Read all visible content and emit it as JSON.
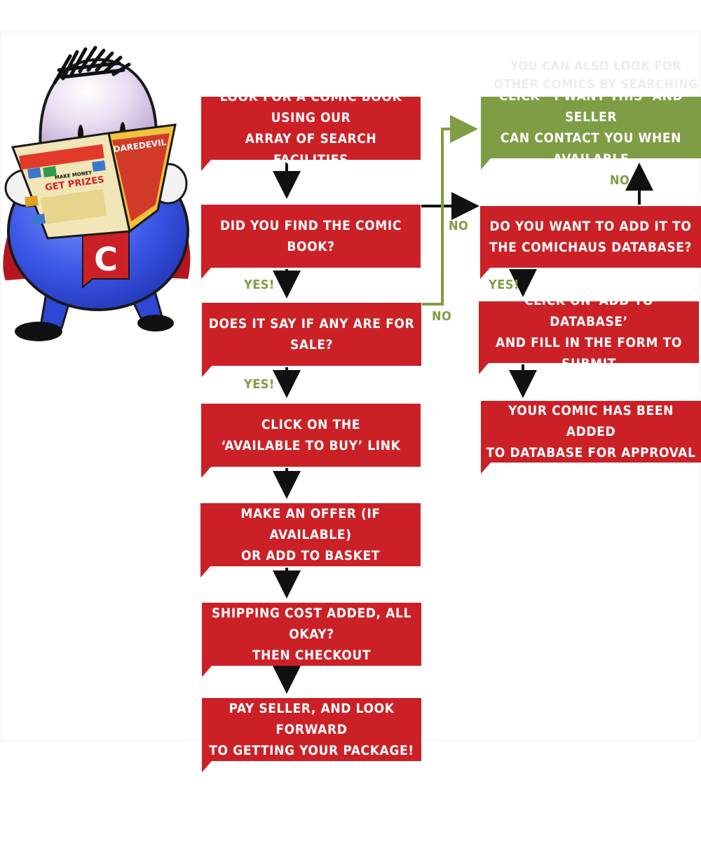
{
  "colors": {
    "primary_box": "#cc2027",
    "alt_box": "#7f9d45",
    "label_green": "#7f9d45",
    "arrow": "#111111"
  },
  "background_text": "YOU CAN ALSO LOOK FOR\nOTHER COMICS BY SEARCHING",
  "steps": {
    "search": "LOOK FOR A COMIC BOOK USING OUR\nARRAY OF SEARCH FACILITIES",
    "found": "DID YOU FIND THE COMIC BOOK?",
    "for_sale": "DOES IT SAY IF ANY ARE FOR SALE?",
    "buy_link": "CLICK ON THE\n‘AVAILABLE TO BUY’ LINK",
    "offer": "MAKE AN OFFER (IF AVAILABLE)\nOR ADD TO BASKET",
    "shipping": "SHIPPING COST ADDED, ALL OKAY?\nTHEN CHECKOUT",
    "pay": "PAY SELLER, AND LOOK FORWARD\nTO GETTING YOUR PACKAGE!",
    "want": "CLICK ‘ I WANT THIS’ AND SELLER\nCAN CONTACT YOU WHEN AVAILABLE",
    "add_db": "DO YOU WANT TO ADD IT TO\nTHE COMICHAUS DATABASE?",
    "click_add": "CLICK ON ‘ADD TO DATABASE’\nAND FILL IN THE FORM TO SUBMIT",
    "added": "YOUR COMIC HAS BEEN ADDED\nTO DATABASE FOR APPROVAL"
  },
  "labels": {
    "yes_1": "YES!",
    "yes_2": "YES!",
    "yes_3": "YES!",
    "no_1": "NO",
    "no_2": "NO",
    "no_3": "NO"
  },
  "mascot": {
    "comic_title": "DAREDEVIL",
    "ad_line_1": "MAKE MONEY",
    "ad_line_2": "GET PRIZES",
    "chest_letter": "C"
  }
}
